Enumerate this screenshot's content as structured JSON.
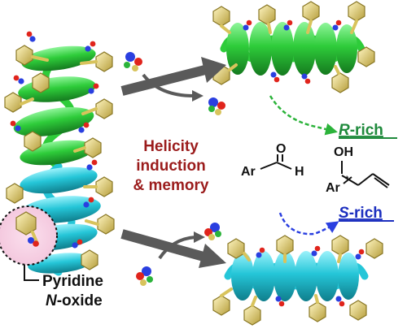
{
  "center_label": {
    "line1": "Helicity",
    "line2": "induction",
    "line3": "& memory"
  },
  "product_r_label": {
    "letter": "R",
    "suffix": "-rich"
  },
  "product_s_label": {
    "letter": "S",
    "suffix": "-rich"
  },
  "pyridine_label": {
    "line1": "Pyridine",
    "line2_italic": "N",
    "line2_rest": "-oxide"
  },
  "aldehyde": {
    "ar": "Ar",
    "o": "O",
    "h": "H"
  },
  "alcohol": {
    "oh": "OH",
    "ar": "Ar",
    "star": "*"
  },
  "colors": {
    "helix_green": "#2ecc3a",
    "helix_cyan": "#25c6d8",
    "phenyl": "#e0cc6a",
    "arrow_gray": "#5a5a5a",
    "green_arrow": "#2bb33a",
    "blue_arrow": "#2a3fe0",
    "title_red": "#9b1c1c"
  }
}
